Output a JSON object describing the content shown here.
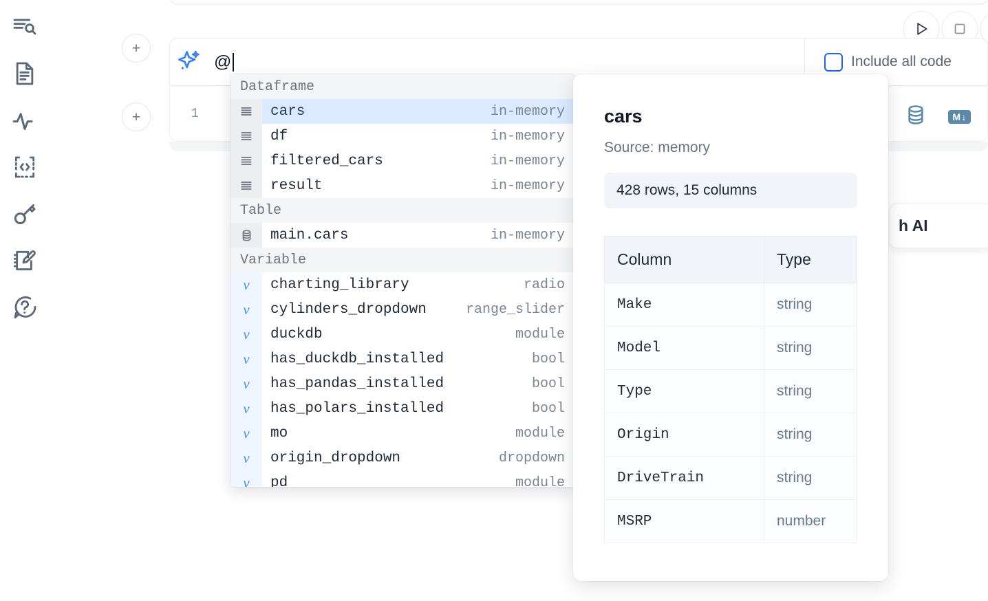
{
  "rail": {
    "items": [
      {
        "icon": "file-search-icon",
        "name": "sidebar-item-explore"
      },
      {
        "icon": "document-icon",
        "name": "sidebar-item-notebook"
      },
      {
        "icon": "activity-icon",
        "name": "sidebar-item-activity"
      },
      {
        "icon": "code-snippet-icon",
        "name": "sidebar-item-snippets"
      },
      {
        "icon": "key-icon",
        "name": "sidebar-item-secrets"
      },
      {
        "icon": "scratchpad-icon",
        "name": "sidebar-item-scratchpad"
      },
      {
        "icon": "help-chat-icon",
        "name": "sidebar-item-help"
      }
    ]
  },
  "toolbar": {
    "add_cell_label": "+",
    "run_icon": "play-icon",
    "stop_icon": "stop-icon",
    "more_icon": "more-icon"
  },
  "ai_prompt": {
    "sparkle_icon": "sparkles-icon",
    "value": "@",
    "placeholder": "",
    "include_all_code_label": "Include all code",
    "include_all_code_checked": false
  },
  "code_cell": {
    "line_number": "1",
    "content": "",
    "database_icon": "database-icon",
    "markdown_badge": "M",
    "markdown_badge_arrow": "↓"
  },
  "ai_card": {
    "label": "h AI"
  },
  "autocomplete": {
    "sections": [
      {
        "title": "Dataframe",
        "rows": [
          {
            "icon": "dataframe-icon",
            "name": "cars",
            "meta": "in-memory",
            "selected": true,
            "kind": "df"
          },
          {
            "icon": "dataframe-icon",
            "name": "df",
            "meta": "in-memory",
            "selected": false,
            "kind": "df"
          },
          {
            "icon": "dataframe-icon",
            "name": "filtered_cars",
            "meta": "in-memory",
            "selected": false,
            "kind": "df"
          },
          {
            "icon": "dataframe-icon",
            "name": "result",
            "meta": "in-memory",
            "selected": false,
            "kind": "df"
          }
        ]
      },
      {
        "title": "Table",
        "rows": [
          {
            "icon": "database-icon",
            "name": "main.cars",
            "meta": "in-memory",
            "selected": false,
            "kind": "table"
          }
        ]
      },
      {
        "title": "Variable",
        "rows": [
          {
            "icon": "variable-icon",
            "name": "charting_library",
            "meta": "radio",
            "selected": false,
            "kind": "var"
          },
          {
            "icon": "variable-icon",
            "name": "cylinders_dropdown",
            "meta": "range_slider",
            "selected": false,
            "kind": "var"
          },
          {
            "icon": "variable-icon",
            "name": "duckdb",
            "meta": "module",
            "selected": false,
            "kind": "var"
          },
          {
            "icon": "variable-icon",
            "name": "has_duckdb_installed",
            "meta": "bool",
            "selected": false,
            "kind": "var"
          },
          {
            "icon": "variable-icon",
            "name": "has_pandas_installed",
            "meta": "bool",
            "selected": false,
            "kind": "var"
          },
          {
            "icon": "variable-icon",
            "name": "has_polars_installed",
            "meta": "bool",
            "selected": false,
            "kind": "var"
          },
          {
            "icon": "variable-icon",
            "name": "mo",
            "meta": "module",
            "selected": false,
            "kind": "var"
          },
          {
            "icon": "variable-icon",
            "name": "origin_dropdown",
            "meta": "dropdown",
            "selected": false,
            "kind": "var"
          },
          {
            "icon": "variable-icon",
            "name": "pd",
            "meta": "module",
            "selected": false,
            "kind": "var"
          }
        ]
      }
    ],
    "variable_glyph": "v"
  },
  "detail": {
    "title": "cars",
    "source": "Source: memory",
    "stats": "428 rows, 15 columns",
    "columns_header": "Column",
    "type_header": "Type",
    "rows": [
      {
        "column": "Make",
        "type": "string"
      },
      {
        "column": "Model",
        "type": "string"
      },
      {
        "column": "Type",
        "type": "string"
      },
      {
        "column": "Origin",
        "type": "string"
      },
      {
        "column": "DriveTrain",
        "type": "string"
      },
      {
        "column": "MSRP",
        "type": "number"
      }
    ]
  },
  "colors": {
    "accent_blue": "#2563eb",
    "selected_row_bg": "#dbeafe",
    "variable_gutter_bg": "#eff6ff",
    "section_header_bg": "#f4f5f7",
    "icon_slate": "#5b6878",
    "db_icon": "#5b89a8"
  }
}
